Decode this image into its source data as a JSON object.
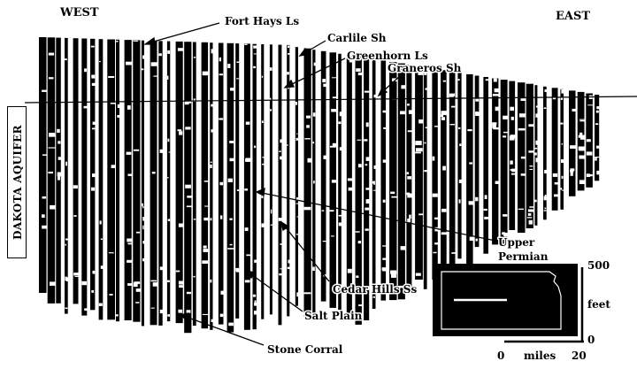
{
  "labels": {
    "west": "WEST",
    "east": "EAST",
    "fort_hays": "Fort Hays Ls",
    "carlile": "Carlile Sh",
    "greenhorn": "Greenhorn Ls",
    "graneros": "Graneros Sh",
    "upper": "Upper",
    "permian": "Permian",
    "cedar_hills": "Cedar Hills Ss",
    "salt_plain": "Salt Plain",
    "stone_corral": "Stone Corral",
    "aquifer": "DAKOTA AQUIFER"
  },
  "scale": {
    "vertical_value": "500",
    "vertical_unit": "feet",
    "vertical_zero": "0",
    "horizontal_zero": "0",
    "horizontal_unit": "miles",
    "horizontal_value": "20"
  },
  "colors": {
    "ink": "#000000",
    "paper": "#ffffff"
  }
}
